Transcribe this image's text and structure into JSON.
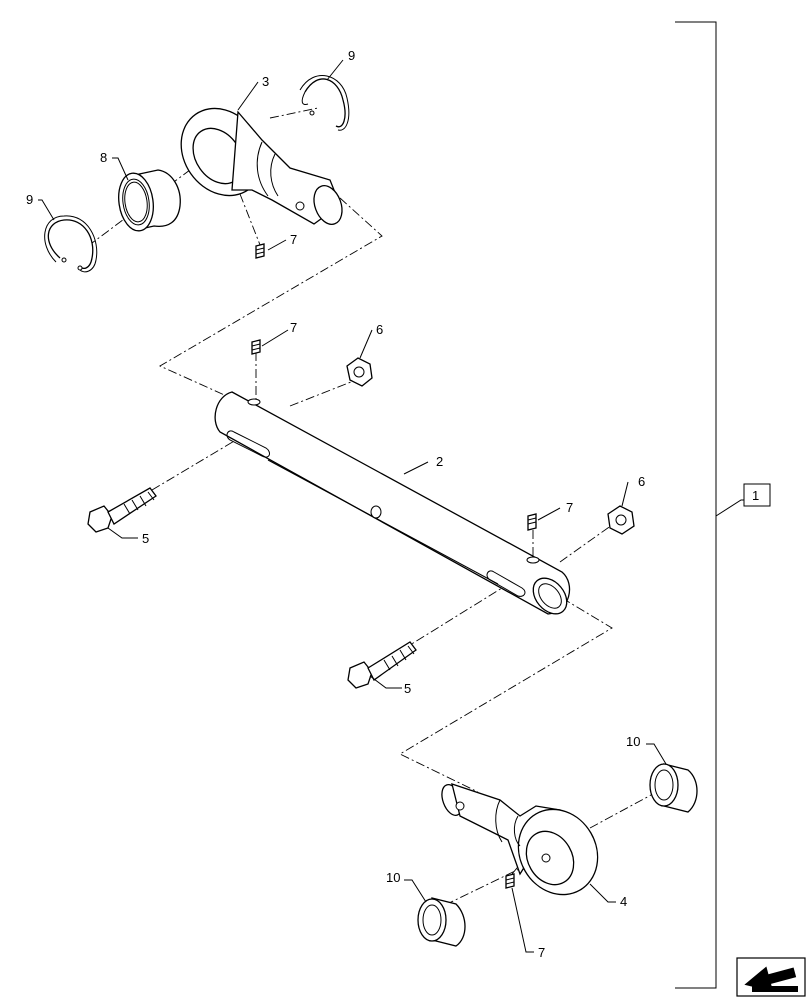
{
  "callouts": {
    "c1": "1",
    "c2": "2",
    "c3": "3",
    "c4": "4",
    "c5a": "5",
    "c5b": "5",
    "c6a": "6",
    "c6b": "6",
    "c7a": "7",
    "c7b": "7",
    "c7c": "7",
    "c7d": "7",
    "c8": "8",
    "c9a": "9",
    "c9b": "9",
    "c10a": "10",
    "c10b": "10"
  },
  "icons": {
    "nav": "back-arrow-icon"
  }
}
